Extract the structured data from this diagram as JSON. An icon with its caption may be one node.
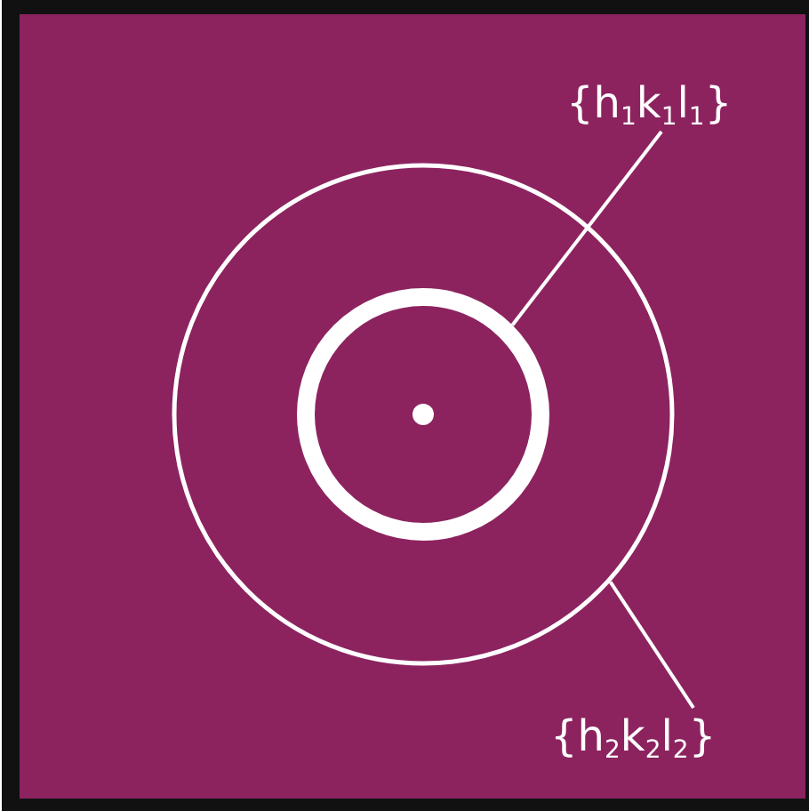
{
  "diagram": {
    "nodes": [
      {
        "text": [
          "{h$_{1}$k$_{1}$l$_{1}$}"
        ]
      },
      {
        "text": [],
        "shape": "circle",
        "in": 2
      },
      {
        "text": [],
        "shape": "circle"
      },
      {
        "text": [
          "{h$_{2}$k$_{2}$l$_{2}$}"
        ]
      }
    ],
    "edges": [
      {
        "from": 0,
        "to": 1,
        "arrow": "none"
      },
      {
        "from": 3,
        "to": 2,
        "arrow": "none"
      }
    ]
  }
}
